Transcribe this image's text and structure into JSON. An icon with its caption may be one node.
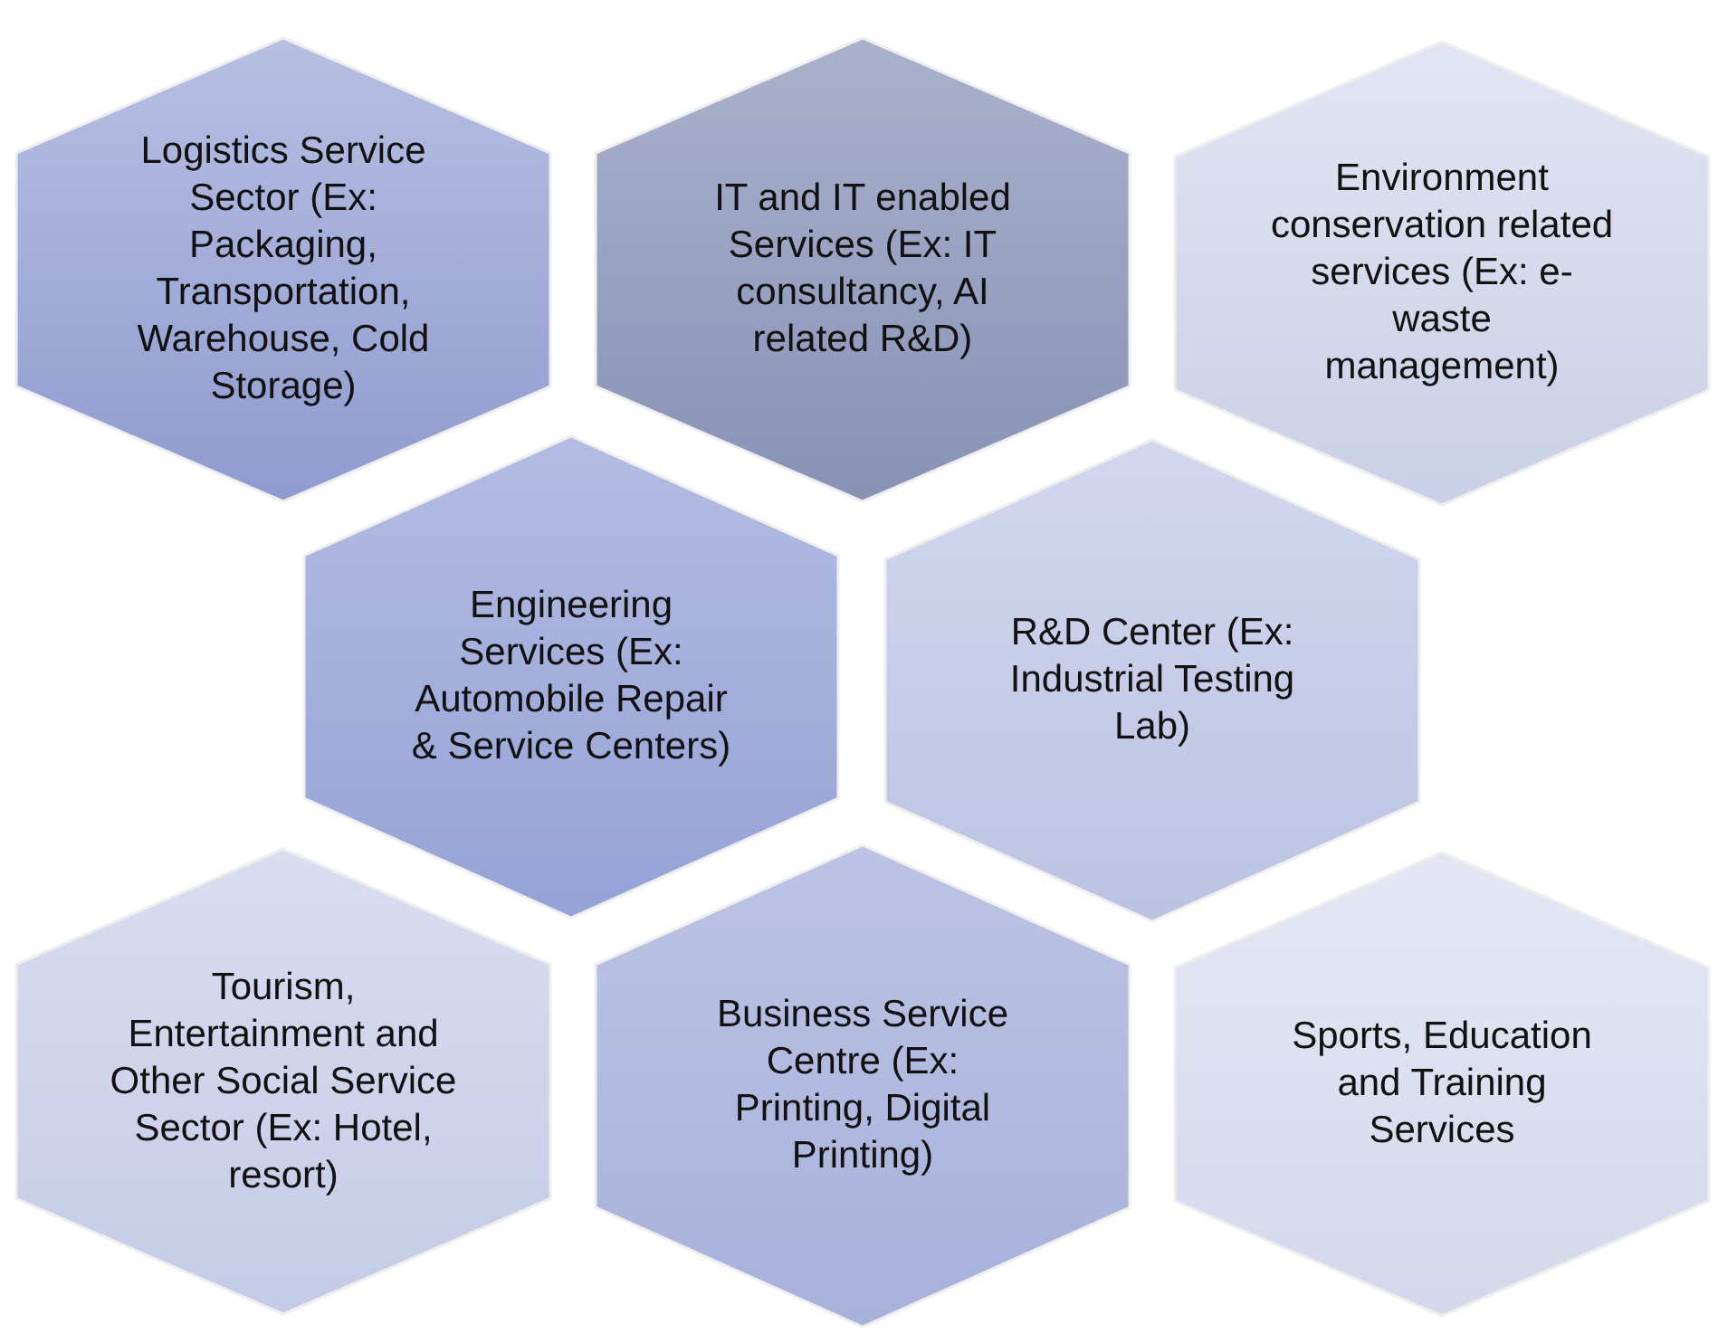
{
  "diagram": {
    "nodes": [
      {
        "text": [
          "Logistics Service Sector (Ex: Packaging, Transportation, Warehouse, Cold Storage)"
        ]
      },
      {
        "text": [
          "IT and IT enabled Services (Ex: IT consultancy, AI related R&D)"
        ]
      },
      {
        "text": [
          "Environment conservation related services (Ex: e-waste management)"
        ]
      },
      {
        "text": [
          "Engineering Services (Ex: Automobile Repair & Service Centers)"
        ]
      },
      {
        "text": [
          "R&D Center (Ex: Industrial Testing Lab)"
        ]
      },
      {
        "text": [
          "Tourism, Entertainment and Other Social Service Sector (Ex: Hotel, resort)"
        ]
      },
      {
        "text": [
          "Business Service Centre (Ex: Printing, Digital Printing)"
        ]
      },
      {
        "text": [
          "Sports, Education and Training Services"
        ]
      }
    ]
  }
}
